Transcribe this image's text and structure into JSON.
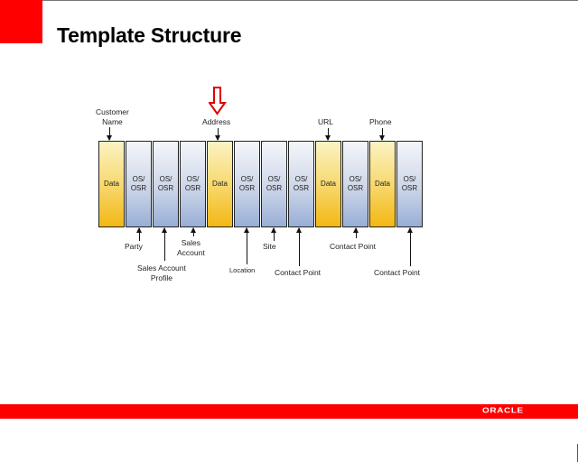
{
  "slide": {
    "title": "Template Structure",
    "brand": "ORACLE",
    "colors": {
      "accent_red": "#ff0000",
      "data_fill": "#f8dc7a",
      "os_fill": "#cdd6e8"
    }
  },
  "diagram": {
    "cells": [
      {
        "type": "data",
        "label": "Data"
      },
      {
        "type": "os",
        "label": "OS/\nOSR"
      },
      {
        "type": "os",
        "label": "OS/\nOSR"
      },
      {
        "type": "os",
        "label": "OS/\nOSR"
      },
      {
        "type": "data",
        "label": "Data"
      },
      {
        "type": "os",
        "label": "OS/\nOSR"
      },
      {
        "type": "os",
        "label": "OS/\nOSR"
      },
      {
        "type": "os",
        "label": "OS/\nOSR"
      },
      {
        "type": "data",
        "label": "Data"
      },
      {
        "type": "os",
        "label": "OS/\nOSR"
      },
      {
        "type": "data",
        "label": "Data"
      },
      {
        "type": "os",
        "label": "OS/\nOSR"
      }
    ],
    "top_labels": [
      {
        "text": "Customer\nName",
        "cell": 0
      },
      {
        "text": "Address",
        "cell": 4,
        "highlighted": true
      },
      {
        "text": "URL",
        "cell": 8
      },
      {
        "text": "Phone",
        "cell": 10
      }
    ],
    "bottom_labels": [
      {
        "text": "Party",
        "cell": 1
      },
      {
        "text": "Sales Account\nProfile",
        "cell": 2
      },
      {
        "text": "Sales\nAccount",
        "cell": 3
      },
      {
        "text": "Location",
        "cell": 5
      },
      {
        "text": "Site",
        "cell": 6
      },
      {
        "text": "Contact Point",
        "cell": 7
      },
      {
        "text": "Contact Point",
        "cell": 9
      },
      {
        "text": "Contact Point",
        "cell": 11
      }
    ]
  }
}
